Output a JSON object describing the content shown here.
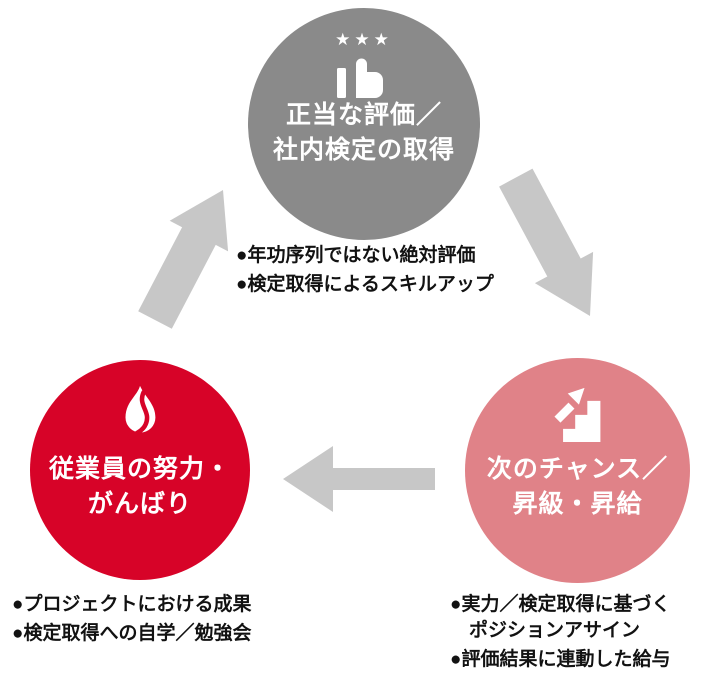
{
  "colors": {
    "bg": "#ffffff",
    "circle-gray": "#8a8a8a",
    "circle-red": "#d70328",
    "circle-pink": "#e08288",
    "arrow": "#c7c7c7",
    "text-dark": "#121212",
    "text-light": "#ffffff"
  },
  "cycle": {
    "evaluation": {
      "icon": "thumbs-up-with-stars",
      "stars": "★★★",
      "line1": "正当な評価／",
      "line2": "社内検定の取得"
    },
    "chance": {
      "icon": "stairs-up-arrow",
      "line1": "次のチャンス／",
      "line2": "昇級・昇給"
    },
    "effort": {
      "icon": "flame",
      "line1": "従業員の努力・",
      "line2": "がんばり"
    }
  },
  "notes": {
    "evaluation": {
      "items": [
        "●年功序列ではない絶対評価",
        "●検定取得によるスキルアップ"
      ]
    },
    "chance": {
      "items": [
        "●実力／検定取得に基づく\nポジションアサイン",
        "●評価結果に連動した給与"
      ]
    },
    "effort": {
      "items": [
        "●プロジェクトにおける成果",
        "●検定取得への自学／勉強会"
      ]
    }
  }
}
